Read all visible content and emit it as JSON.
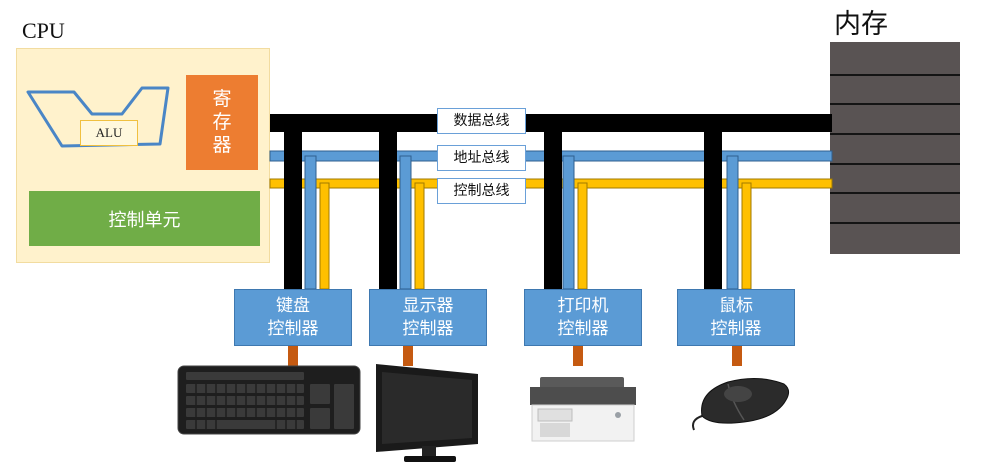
{
  "cpu": {
    "label": "CPU",
    "alu_label": "ALU",
    "register_lines": [
      "寄",
      "存",
      "器"
    ],
    "control_unit_label": "控制单元"
  },
  "memory": {
    "label": "内存"
  },
  "buses": [
    {
      "label": "数据总线",
      "color": "#000000"
    },
    {
      "label": "地址总线",
      "color": "#5b9bd5"
    },
    {
      "label": "控制总线",
      "color": "#ffc000"
    }
  ],
  "controllers": [
    {
      "lines": [
        "键盘",
        "控制器"
      ],
      "device_icon": "keyboard-icon"
    },
    {
      "lines": [
        "显示器",
        "控制器"
      ],
      "device_icon": "monitor-icon"
    },
    {
      "lines": [
        "打印机",
        "控制器"
      ],
      "device_icon": "printer-icon"
    },
    {
      "lines": [
        "鼠标",
        "控制器"
      ],
      "device_icon": "mouse-icon"
    }
  ],
  "colors": {
    "cpu_background": "#fff2cc",
    "register": "#ed7d31",
    "control_unit": "#70ad47",
    "controller": "#5b9bd5",
    "memory": "#595353",
    "cable": "#c55a11"
  }
}
